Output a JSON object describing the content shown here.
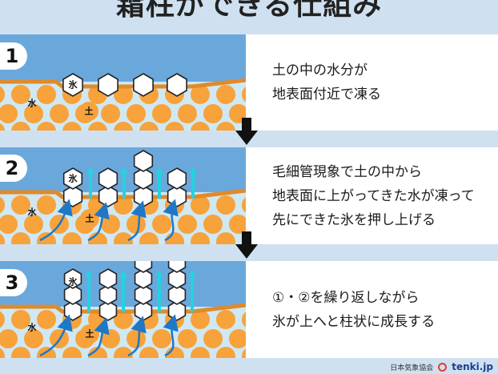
{
  "title": "霜柱ができる仕組み",
  "colors": {
    "sky": "#6aa8dc",
    "soil": "#cfe8f3",
    "particle": "#f7a23a",
    "line": "#e08a2a",
    "water": "#1f77c8",
    "ice_arrow": "#22d3e0"
  },
  "labels": {
    "ice": "氷",
    "soil": "土",
    "water": "水"
  },
  "steps": [
    {
      "number": "1",
      "lines": [
        "土の中の水分が",
        "地表面付近で凍る"
      ]
    },
    {
      "number": "2",
      "lines": [
        "毛細管現象で土の中から",
        "地表面に上がってきた水が凍って",
        "先にできた氷を押し上げる"
      ]
    },
    {
      "number": "3",
      "lines": [
        "①・②を繰り返しながら",
        "氷が上へと柱状に成長する"
      ]
    }
  ],
  "credit": {
    "org": "日本気象協会",
    "brand": "tenki.jp"
  }
}
